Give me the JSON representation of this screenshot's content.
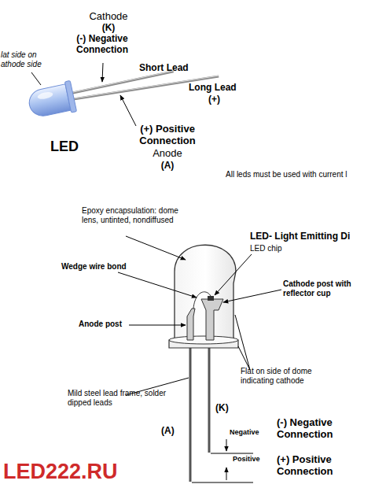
{
  "diagram": {
    "labels": [
      "lat side on athode side",
      "Cathode",
      "(K)",
      "(-) Negative Connection",
      "Short Lead",
      "Long Lead",
      "(+)",
      "(+) Positive Connection",
      "Anode",
      "(A)",
      "LED",
      "All leds must be used with current l",
      "Epoxy encapsulation: dome lens, untinted, nondiffused",
      "LED- Light Emitting Di",
      "LED chip",
      "Wedge wire bond",
      "Cathode post with reflector cup",
      "Anode post",
      "Flat on side of dome indicating cathode",
      "Mild steel lead frame, solder dipped leads",
      "(K)",
      "(A)",
      "Negative",
      "(-) Negative Connection",
      "Positive",
      "(+) Positive Connection",
      "LED222.RU"
    ]
  }
}
